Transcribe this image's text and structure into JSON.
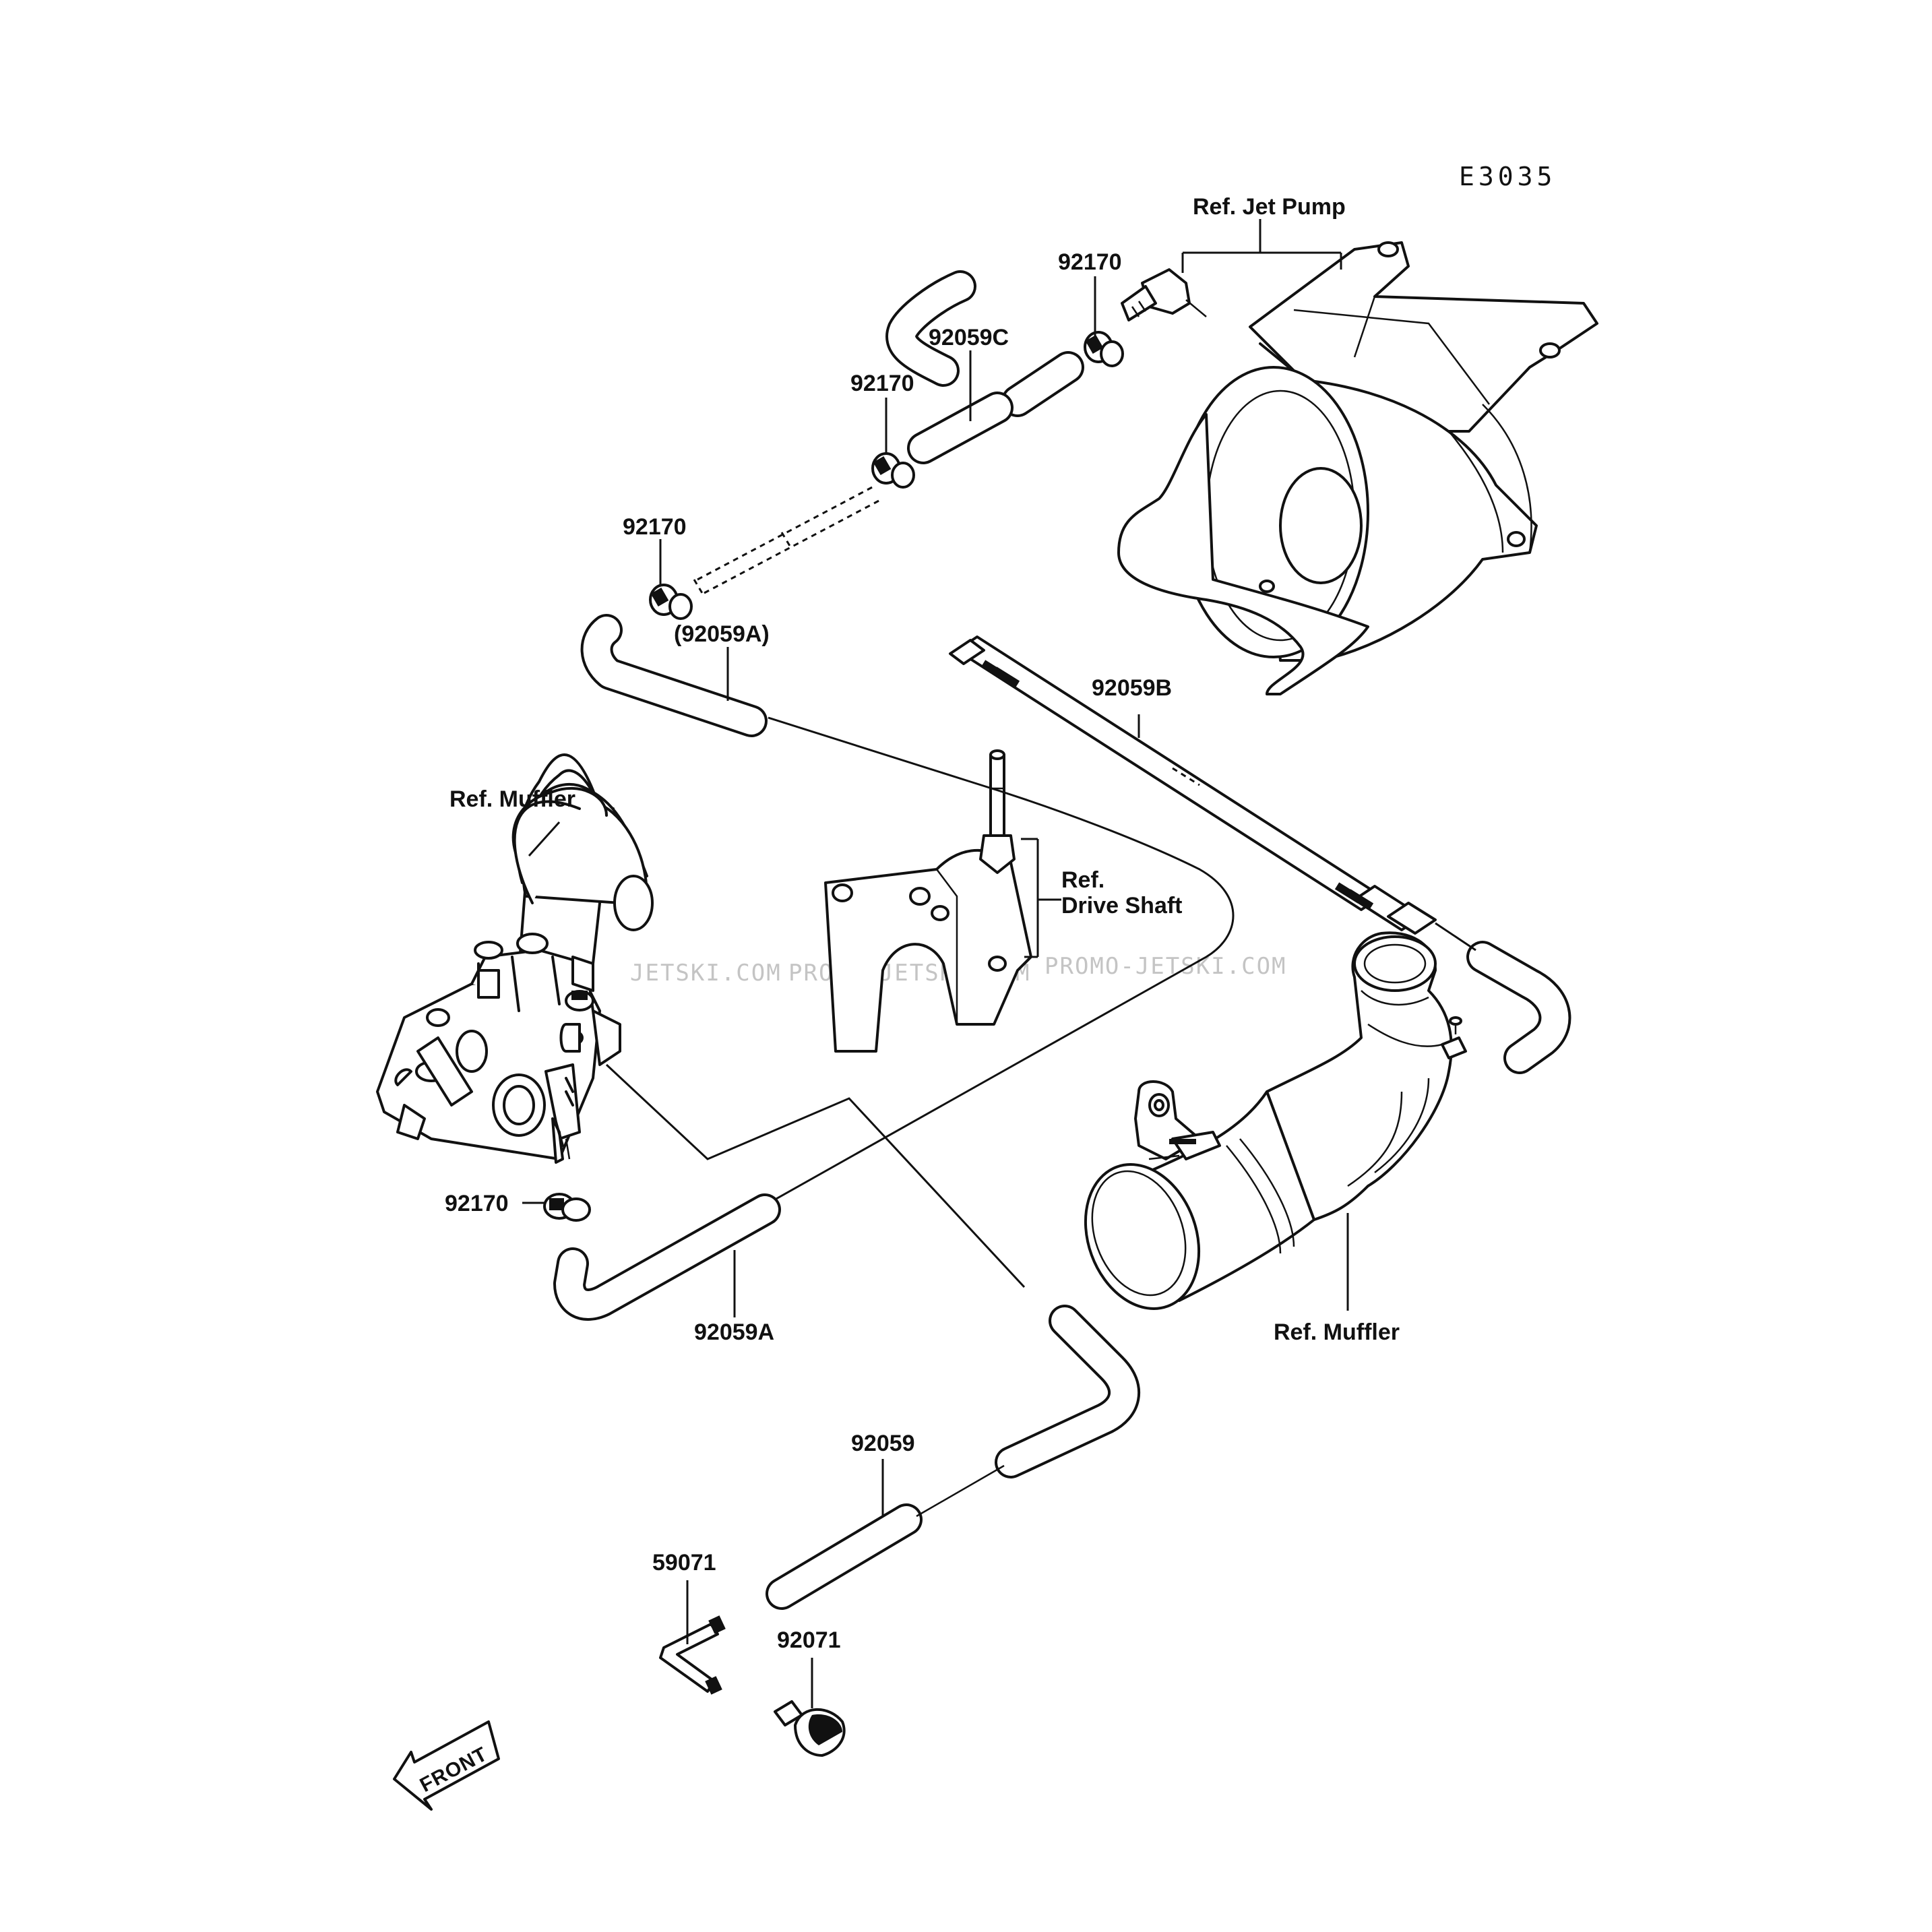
{
  "diagram_code": "E3035",
  "labels": {
    "ref_jet_pump": "Ref. Jet Pump",
    "clamp_top_right": "92170",
    "hose_c": "92059C",
    "clamp_mid": "92170",
    "clamp_left": "92170",
    "hose_a_paren": "(92059A)",
    "hose_b": "92059B",
    "ref_muffler_left": "Ref. Muffler",
    "ref_drive_shaft_line1": "Ref.",
    "ref_drive_shaft_line2": "Drive Shaft",
    "clamp_bottom": "92170",
    "hose_a": "92059A",
    "ref_muffler_right": "Ref. Muffler",
    "hose_main": "92059",
    "fitting": "59071",
    "cap": "92071",
    "front_arrow": "FRONT"
  },
  "watermarks": [
    "JETSKI.COM",
    "PROMO-JETSKI.COM",
    "PROMO-JETSKI.COM"
  ]
}
